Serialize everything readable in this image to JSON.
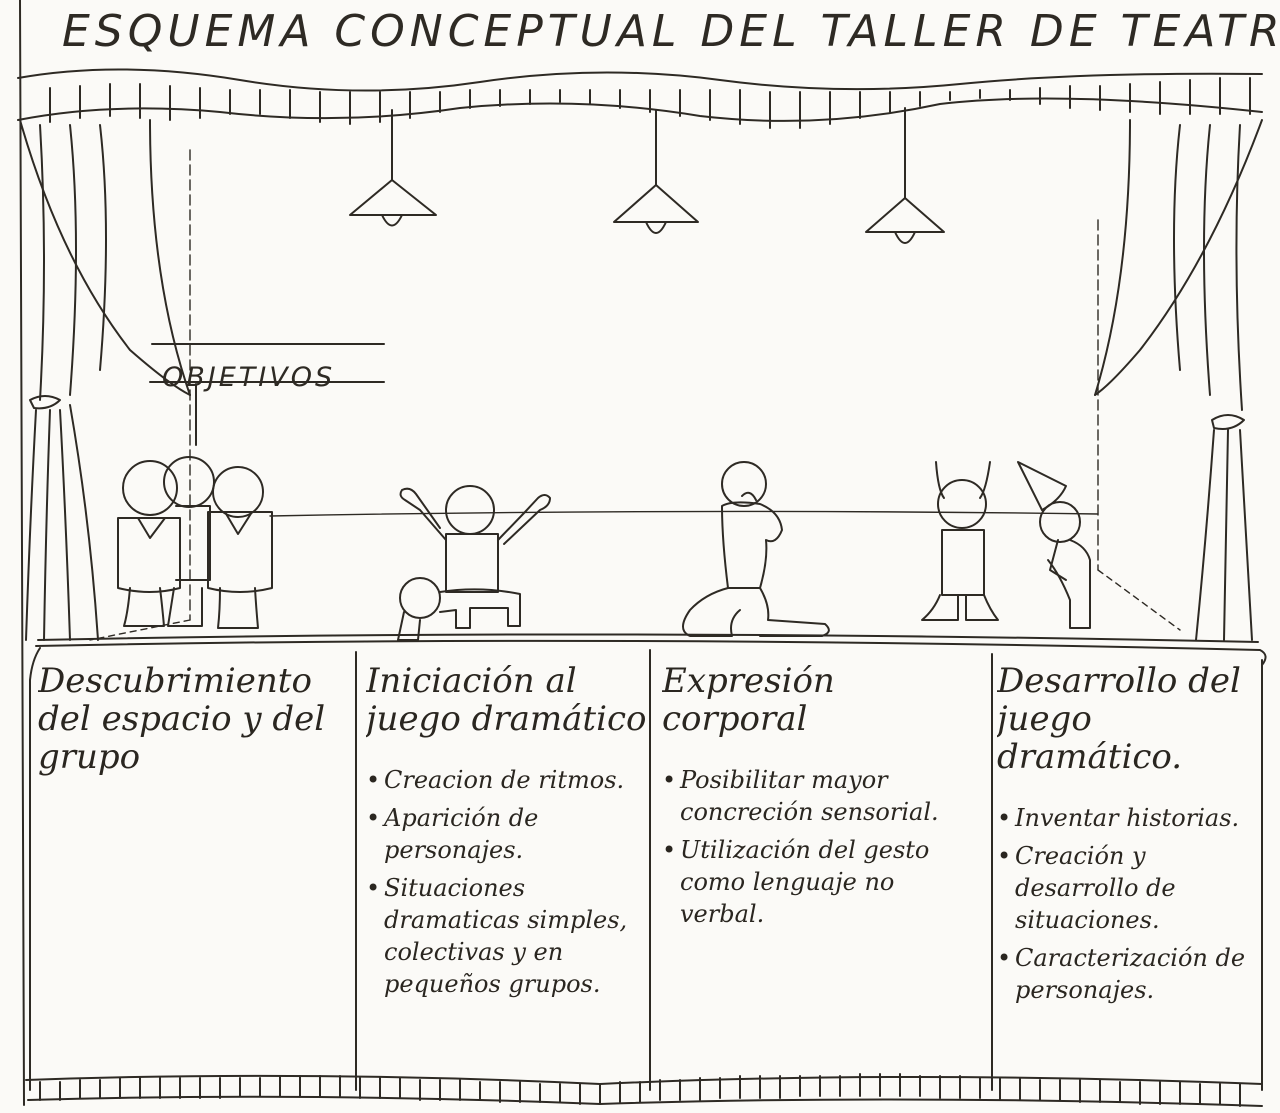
{
  "title": "ESQUEMA CONCEPTUAL DEL TALLER DE TEATRO",
  "sign": "OBJETIVOS",
  "columns": [
    {
      "heading": "Descubrimiento del espacio y del grupo",
      "items": []
    },
    {
      "heading": "Iniciación al juego dramático",
      "items": [
        "Creacion de ritmos.",
        "Aparición de personajes.",
        "Situaciones dramaticas simples, colectivas y en pequeños grupos."
      ]
    },
    {
      "heading": "Expresión corporal",
      "items": [
        "Posibilitar mayor concreción sensorial.",
        "Utilización del gesto como lenguaje no verbal."
      ]
    },
    {
      "heading": "Desarrollo del juego dramático.",
      "items": [
        "Inventar historias.",
        "Creación y desarrollo de situaciones.",
        "Caracterización de personajes."
      ]
    }
  ]
}
